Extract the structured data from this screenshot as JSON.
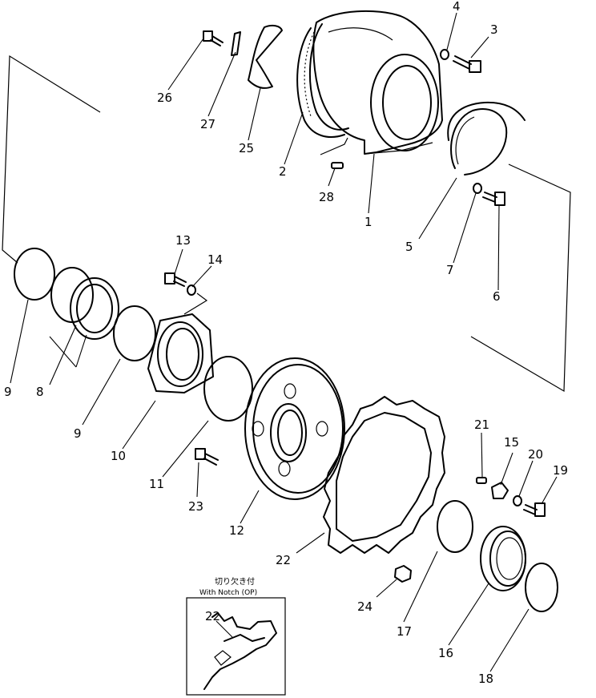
{
  "callouts": [
    {
      "id": "1",
      "text": "1"
    },
    {
      "id": "2",
      "text": "2"
    },
    {
      "id": "3",
      "text": "3"
    },
    {
      "id": "4",
      "text": "4"
    },
    {
      "id": "5",
      "text": "5"
    },
    {
      "id": "6",
      "text": "6"
    },
    {
      "id": "7",
      "text": "7"
    },
    {
      "id": "8",
      "text": "8"
    },
    {
      "id": "9a",
      "text": "9"
    },
    {
      "id": "9b",
      "text": "9"
    },
    {
      "id": "10",
      "text": "10"
    },
    {
      "id": "11",
      "text": "11"
    },
    {
      "id": "12",
      "text": "12"
    },
    {
      "id": "13",
      "text": "13"
    },
    {
      "id": "14",
      "text": "14"
    },
    {
      "id": "15",
      "text": "15"
    },
    {
      "id": "16",
      "text": "16"
    },
    {
      "id": "17",
      "text": "17"
    },
    {
      "id": "18",
      "text": "18"
    },
    {
      "id": "19",
      "text": "19"
    },
    {
      "id": "20",
      "text": "20"
    },
    {
      "id": "21",
      "text": "21"
    },
    {
      "id": "22",
      "text": "22"
    },
    {
      "id": "23",
      "text": "23"
    },
    {
      "id": "24",
      "text": "24"
    },
    {
      "id": "25",
      "text": "25"
    },
    {
      "id": "26",
      "text": "26"
    },
    {
      "id": "27",
      "text": "27"
    },
    {
      "id": "28",
      "text": "28"
    }
  ],
  "inset": {
    "title_jp": "切り欠き付",
    "title_en": "With Notch (OP)",
    "callout": "22"
  }
}
